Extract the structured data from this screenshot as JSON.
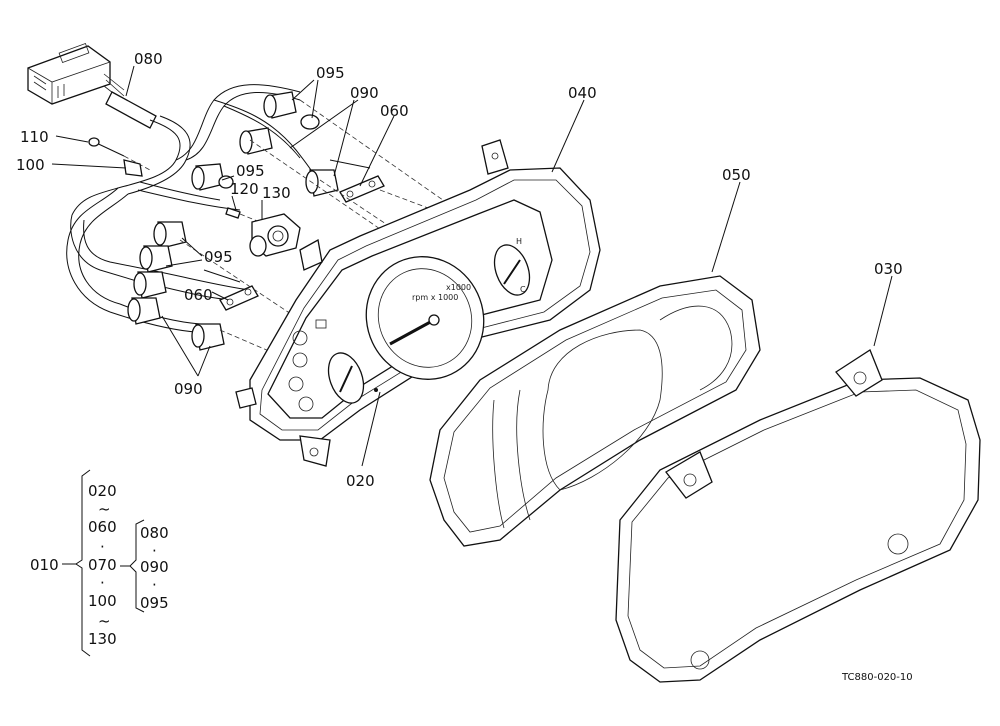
{
  "labels": {
    "l080": "080",
    "l095a": "095",
    "l090a": "090",
    "l060a": "060",
    "l110": "110",
    "l100": "100",
    "l095b": "095",
    "l120": "120",
    "l130": "130",
    "l095c": "095",
    "l060b": "060",
    "l090b": "090",
    "l020": "020",
    "l040": "040",
    "l050": "050",
    "l030": "030"
  },
  "assembly": {
    "main": "010",
    "group_a": [
      "020",
      "~",
      "060",
      "·",
      "070",
      "·",
      "100",
      "~",
      "130"
    ],
    "group_b": [
      "080",
      "·",
      "090",
      "·",
      "095"
    ]
  },
  "gauge": {
    "scale_text": "rpm x 1000",
    "unit_text": "x1000",
    "hot": "H",
    "cold": "C"
  },
  "drawing_code": "TC880-020-10"
}
